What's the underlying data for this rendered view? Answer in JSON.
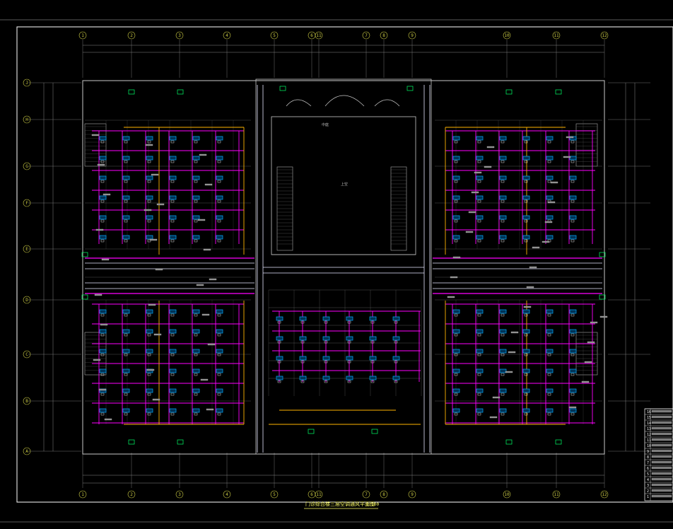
{
  "drawing": {
    "title": "门诊综合楼三层空调通风平面图",
    "scale": "1:100",
    "colors": {
      "background": "#000000",
      "frame": "#ffffff",
      "architecture": "#c8c8c8",
      "duct_supply": "#ff00ff",
      "duct_main": "#e6e6ff",
      "fan_coil": "#00aaff",
      "water_pipe": "#ffb400",
      "valve": "#00ff66",
      "grid": "#8a8a8a"
    },
    "column_axes": [
      "1",
      "2",
      "3",
      "4",
      "5",
      "6",
      "11",
      "7",
      "8",
      "9",
      "10",
      "11",
      "12"
    ],
    "row_axes": [
      "J",
      "H",
      "G",
      "F",
      "E",
      "D",
      "C",
      "B",
      "A"
    ],
    "center_labels": {
      "atrium": "中庭",
      "void": "上空"
    },
    "legend_rows": [
      "16",
      "15",
      "14",
      "13",
      "12",
      "11",
      "10",
      "9",
      "8",
      "7",
      "6",
      "5",
      "4",
      "3",
      "2",
      "1"
    ]
  }
}
